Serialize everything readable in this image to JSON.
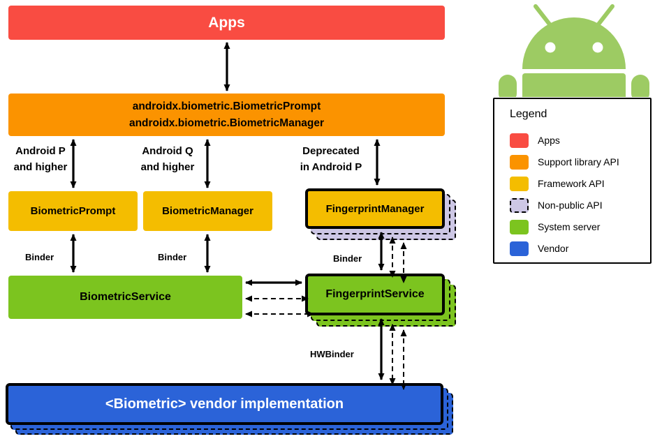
{
  "colors": {
    "apps_red": "#F94C42",
    "support_orange": "#FB9300",
    "framework_gold": "#F4BD00",
    "nonpublic_lavender": "#CDC7E5",
    "system_green": "#7CC41F",
    "vendor_blue": "#2B63D8",
    "robot_green": "#9DCB63"
  },
  "boxes": {
    "apps": "Apps",
    "support_library": "androidx.biometric.BiometricPrompt\nandroidx.biometric.BiometricManager",
    "biometric_prompt": "BiometricPrompt",
    "biometric_manager": "BiometricManager",
    "fingerprint_manager": "FingerprintManager",
    "biometric_service": "BiometricService",
    "fingerprint_service": "FingerprintService",
    "vendor_implementation": "<Biometric> vendor implementation"
  },
  "edge_labels": {
    "android_p": "Android P\nand higher",
    "android_q": "Android Q\nand higher",
    "deprecated": "Deprecated\nin Android P",
    "binder": "Binder",
    "hwbinder": "HWBinder"
  },
  "legend": {
    "title": "Legend",
    "items": [
      {
        "label": "Apps",
        "color": "#F94C42",
        "dashed": false
      },
      {
        "label": "Support library API",
        "color": "#FB9300",
        "dashed": false
      },
      {
        "label": "Framework API",
        "color": "#F4BD00",
        "dashed": false
      },
      {
        "label": "Non-public API",
        "color": "#CDC7E5",
        "dashed": true
      },
      {
        "label": "System server",
        "color": "#7CC41F",
        "dashed": false
      },
      {
        "label": "Vendor",
        "color": "#2B63D8",
        "dashed": false
      }
    ]
  }
}
